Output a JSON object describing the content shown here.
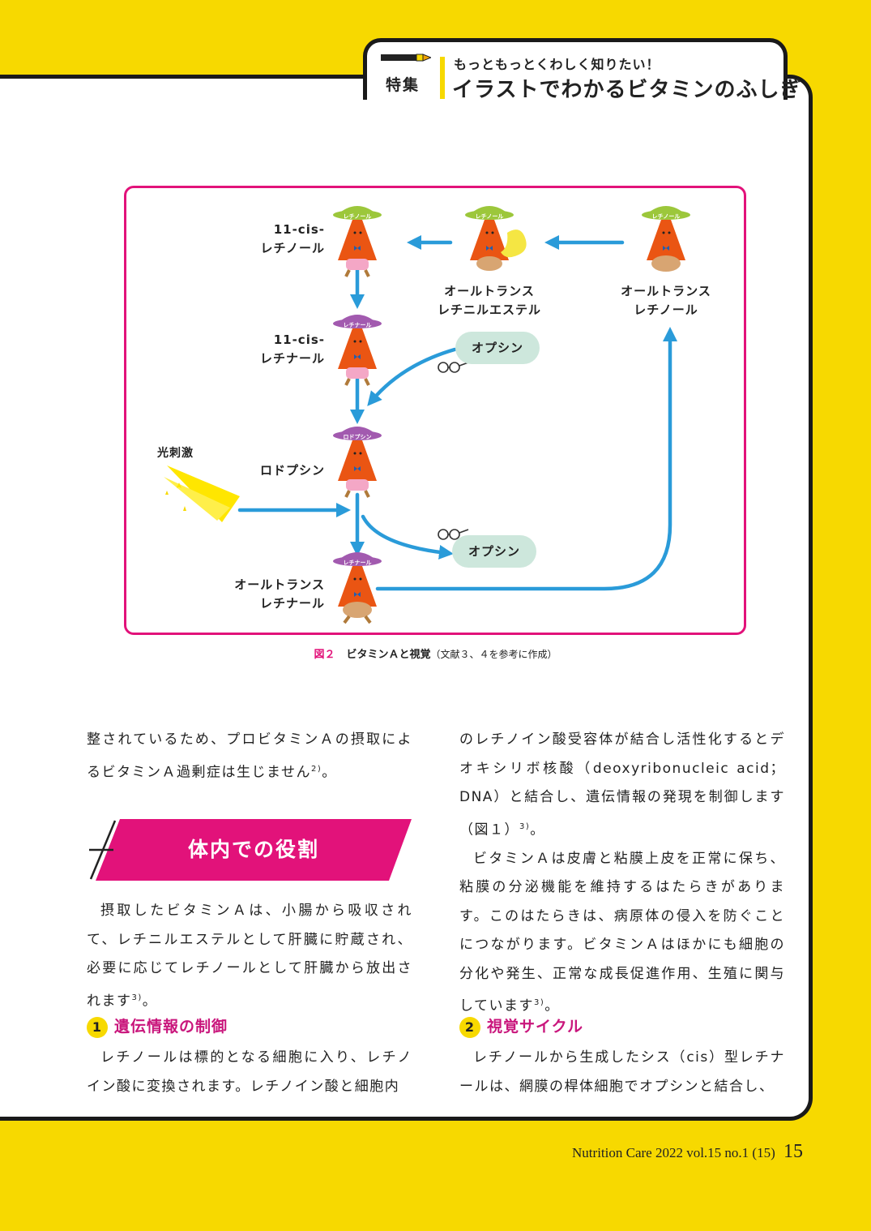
{
  "header": {
    "feature_label": "特集",
    "subtitle": "もっともっとくわしく知りたい！",
    "title": "イラストでわかるビタミンのふしぎ"
  },
  "figure": {
    "labels": {
      "cis_retinol": "11-cis-\nレチノール",
      "cis_retinal": "11-cis-\nレチナール",
      "rhodopsin": "ロドプシン",
      "trans_retinal": "オールトランス\nレチナール",
      "retinyl_ester": "オールトランス\nレチニルエステル",
      "trans_retinol": "オールトランス\nレチノール",
      "light": "光刺激",
      "opsin_top": "オプシン",
      "opsin_bottom": "オプシン"
    },
    "hat_labels": {
      "cis_retinol": "レチノール",
      "cis_retinal": "レチナール",
      "rhodopsin": "ロドプシン",
      "trans_retinal": "レチナール",
      "ester": "レチノール",
      "trans_retinol": "レチノール"
    },
    "caption_number": "図２",
    "caption_title": "ビタミンＡと視覚",
    "caption_note": "（文献３、４を参考に作成）",
    "colors": {
      "arrow": "#2a9bd9",
      "frame": "#e2127a",
      "pill": "#cde7dc"
    }
  },
  "left_col": {
    "p1": "整されているため、プロビタミンＡの摂取によるビタミンＡ過剰症は生じません",
    "p1_ref": "2)",
    "p1_end": "。",
    "section_title": "体内での役割",
    "p2": "摂取したビタミンＡは、小腸から吸収されて、レチニルエステルとして肝臓に貯蔵され、必要に応じてレチノールとして肝臓から放出されます",
    "p2_ref": "3)",
    "p2_end": "。",
    "sub1_num": "1",
    "sub1_title": "遺伝情報の制御",
    "p3": "レチノールは標的となる細胞に入り、レチノイン酸に変換されます。レチノイン酸と細胞内"
  },
  "right_col": {
    "p1": "のレチノイン酸受容体が結合し活性化するとデオキシリボ核酸（deoxyribonucleic acid；DNA）と結合し、遺伝情報の発現を制御します（図１）",
    "p1_ref": "3)",
    "p1_end": "。",
    "p2": "ビタミンＡは皮膚と粘膜上皮を正常に保ち、粘膜の分泌機能を維持するはたらきがあります。このはたらきは、病原体の侵入を防ぐことにつながります。ビタミンＡはほかにも細胞の分化や発生、正常な成長促進作用、生殖に関与しています",
    "p2_ref": "3)",
    "p2_end": "。",
    "sub2_num": "2",
    "sub2_title": "視覚サイクル",
    "p3": "レチノールから生成したシス（cis）型レチナールは、網膜の桿体細胞でオプシンと結合し、"
  },
  "footer": {
    "journal": "Nutrition Care",
    "issue": "2022 vol.15 no.1 (15)",
    "page": "15"
  }
}
